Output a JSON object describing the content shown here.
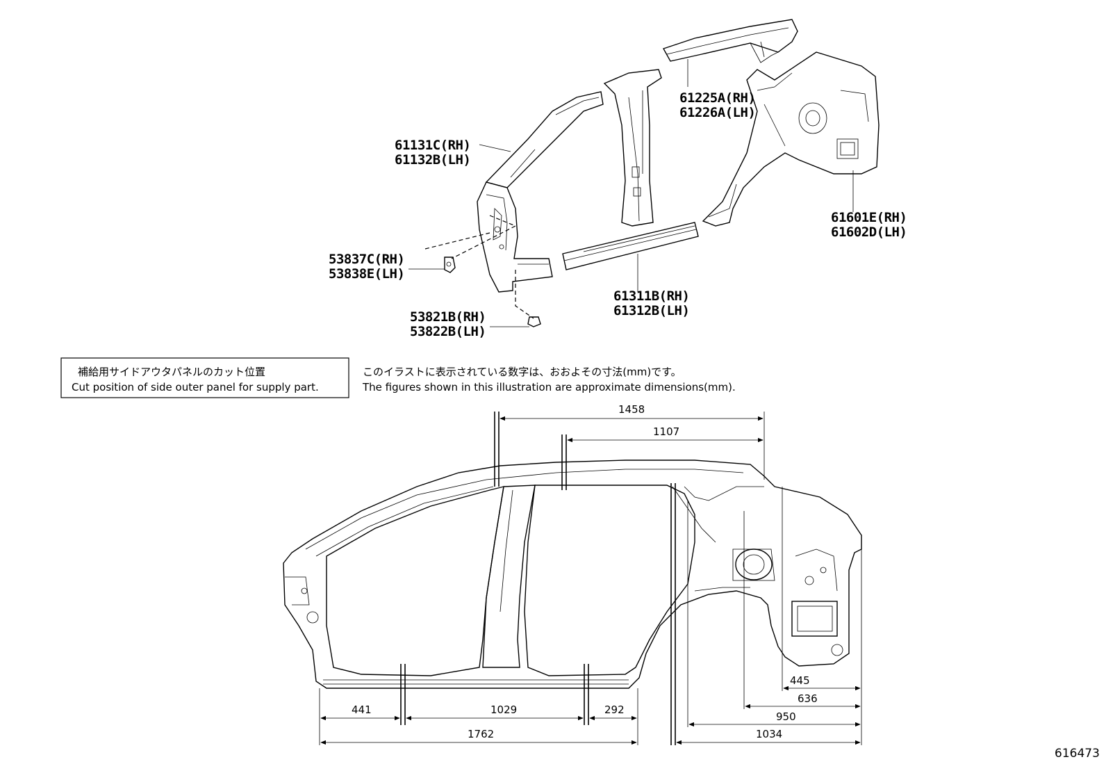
{
  "part_labels": {
    "roof_side_rh": "61225A(RH)",
    "roof_side_lh": "61226A(LH)",
    "front_pillar_rh": "61131C(RH)",
    "front_pillar_lh": "61132B(LH)",
    "quarter_panel_rh": "61601E(RH)",
    "quarter_panel_lh": "61602D(LH)",
    "hinge_rh": "53837C(RH)",
    "hinge_lh": "53838E(LH)",
    "rocker_rh": "61311B(RH)",
    "rocker_lh": "61312B(LH)",
    "bracket_rh": "53821B(RH)",
    "bracket_lh": "53822B(LH)"
  },
  "cut_box": {
    "jp": "補給用サイドアウタパネルのカット位置",
    "en": "Cut position of side outer panel for supply part."
  },
  "note": {
    "jp": "このイラストに表示されている数字は、おおよその寸法(mm)です。",
    "en": "The figures shown in this illustration are approximate dimensions(mm)."
  },
  "dimensions": {
    "top_long": "1458",
    "top_short": "1107",
    "bottom_left": "441",
    "bottom_mid": "1029",
    "bottom_right": "292",
    "bottom_total": "1762",
    "rear_445": "445",
    "rear_636": "636",
    "rear_950": "950",
    "rear_1034": "1034"
  },
  "figure_id": "616473"
}
